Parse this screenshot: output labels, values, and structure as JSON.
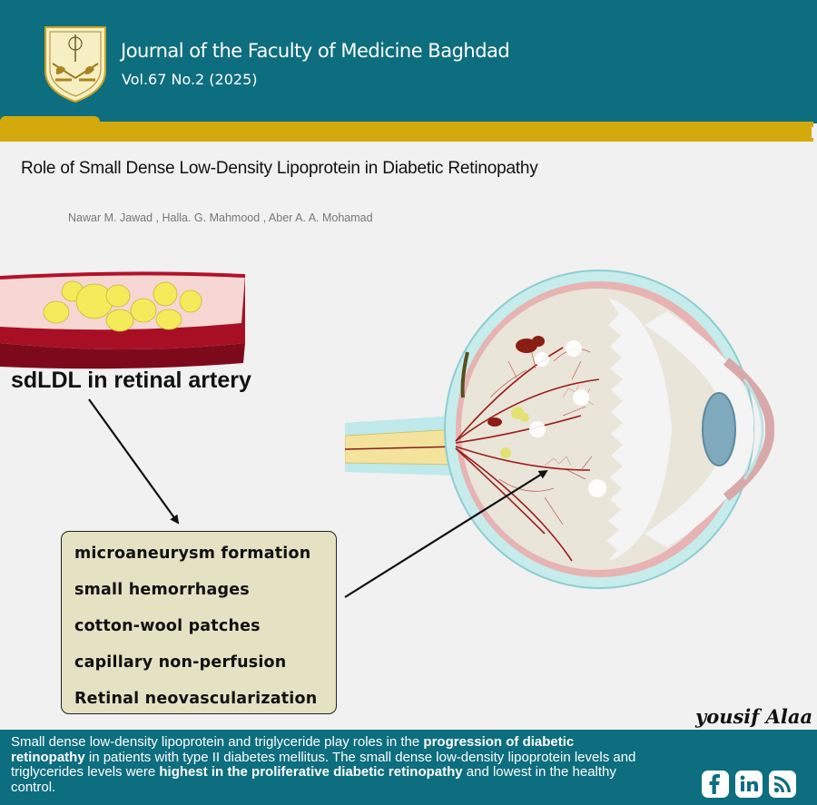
{
  "header": {
    "journal_name": "Journal of the Faculty of Medicine Baghdad",
    "volume_issue": "Vol.67  No.2  (2025)"
  },
  "article": {
    "title": "Role of Small Dense Low-Density Lipoprotein in Diabetic Retinopathy",
    "authors": "Nawar M. Jawad , Halla. G. Mahmood , Aber A. A. Mohamad"
  },
  "diagram": {
    "artery_label": "sdLDL in retinal artery",
    "effects": [
      "microaneurysm formation",
      "small hemorrhages",
      "cotton-wool patches",
      "capillary non-perfusion",
      "Retinal neovascularization"
    ]
  },
  "signature": "yousif Alaa",
  "footer": {
    "summary_1": "Small dense low-density lipoprotein and triglyceride play roles in the ",
    "summary_2": "progression of diabetic retinopathy",
    "summary_3": " in patients with type II diabetes mellitus. The small dense low-density lipoprotein levels and triglycerides levels were ",
    "summary_4": "highest in the proliferative diabetic retinopathy",
    "summary_5": " and lowest in the healthy control.",
    "social": [
      "facebook-icon",
      "linkedin-icon",
      "rss-icon"
    ]
  },
  "colors": {
    "brand_teal": "#0d6e7f",
    "accent_gold": "#d4a90c",
    "effects_box": "#e5e2c4",
    "artery_red": "#b3112a",
    "lipid_yellow": "#f5ea5a"
  }
}
